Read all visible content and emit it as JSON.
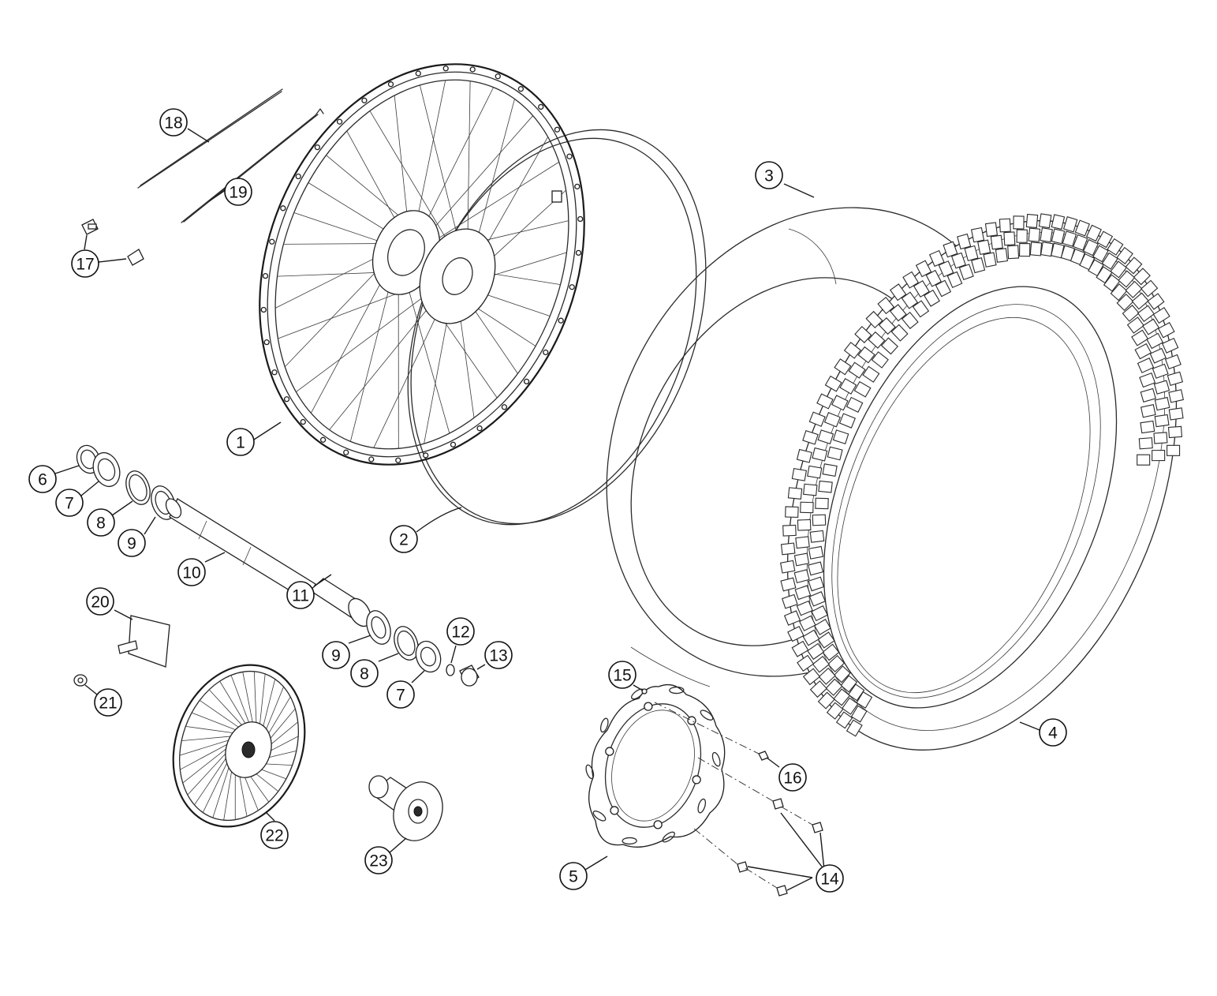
{
  "diagram": {
    "type": "exploded-parts-diagram",
    "callouts": [
      {
        "id": "c1",
        "label": "1"
      },
      {
        "id": "c2",
        "label": "2"
      },
      {
        "id": "c3",
        "label": "3"
      },
      {
        "id": "c4",
        "label": "4"
      },
      {
        "id": "c5",
        "label": "5"
      },
      {
        "id": "c6",
        "label": "6"
      },
      {
        "id": "c7a",
        "label": "7"
      },
      {
        "id": "c7b",
        "label": "7"
      },
      {
        "id": "c8a",
        "label": "8"
      },
      {
        "id": "c8b",
        "label": "8"
      },
      {
        "id": "c9a",
        "label": "9"
      },
      {
        "id": "c9b",
        "label": "9"
      },
      {
        "id": "c10",
        "label": "10"
      },
      {
        "id": "c11",
        "label": "11"
      },
      {
        "id": "c12",
        "label": "12"
      },
      {
        "id": "c13",
        "label": "13"
      },
      {
        "id": "c14",
        "label": "14"
      },
      {
        "id": "c15",
        "label": "15"
      },
      {
        "id": "c16",
        "label": "16"
      },
      {
        "id": "c17",
        "label": "17"
      },
      {
        "id": "c18",
        "label": "18"
      },
      {
        "id": "c19",
        "label": "19"
      },
      {
        "id": "c20",
        "label": "20"
      },
      {
        "id": "c21",
        "label": "21"
      },
      {
        "id": "c22",
        "label": "22"
      },
      {
        "id": "c23",
        "label": "23"
      }
    ]
  }
}
